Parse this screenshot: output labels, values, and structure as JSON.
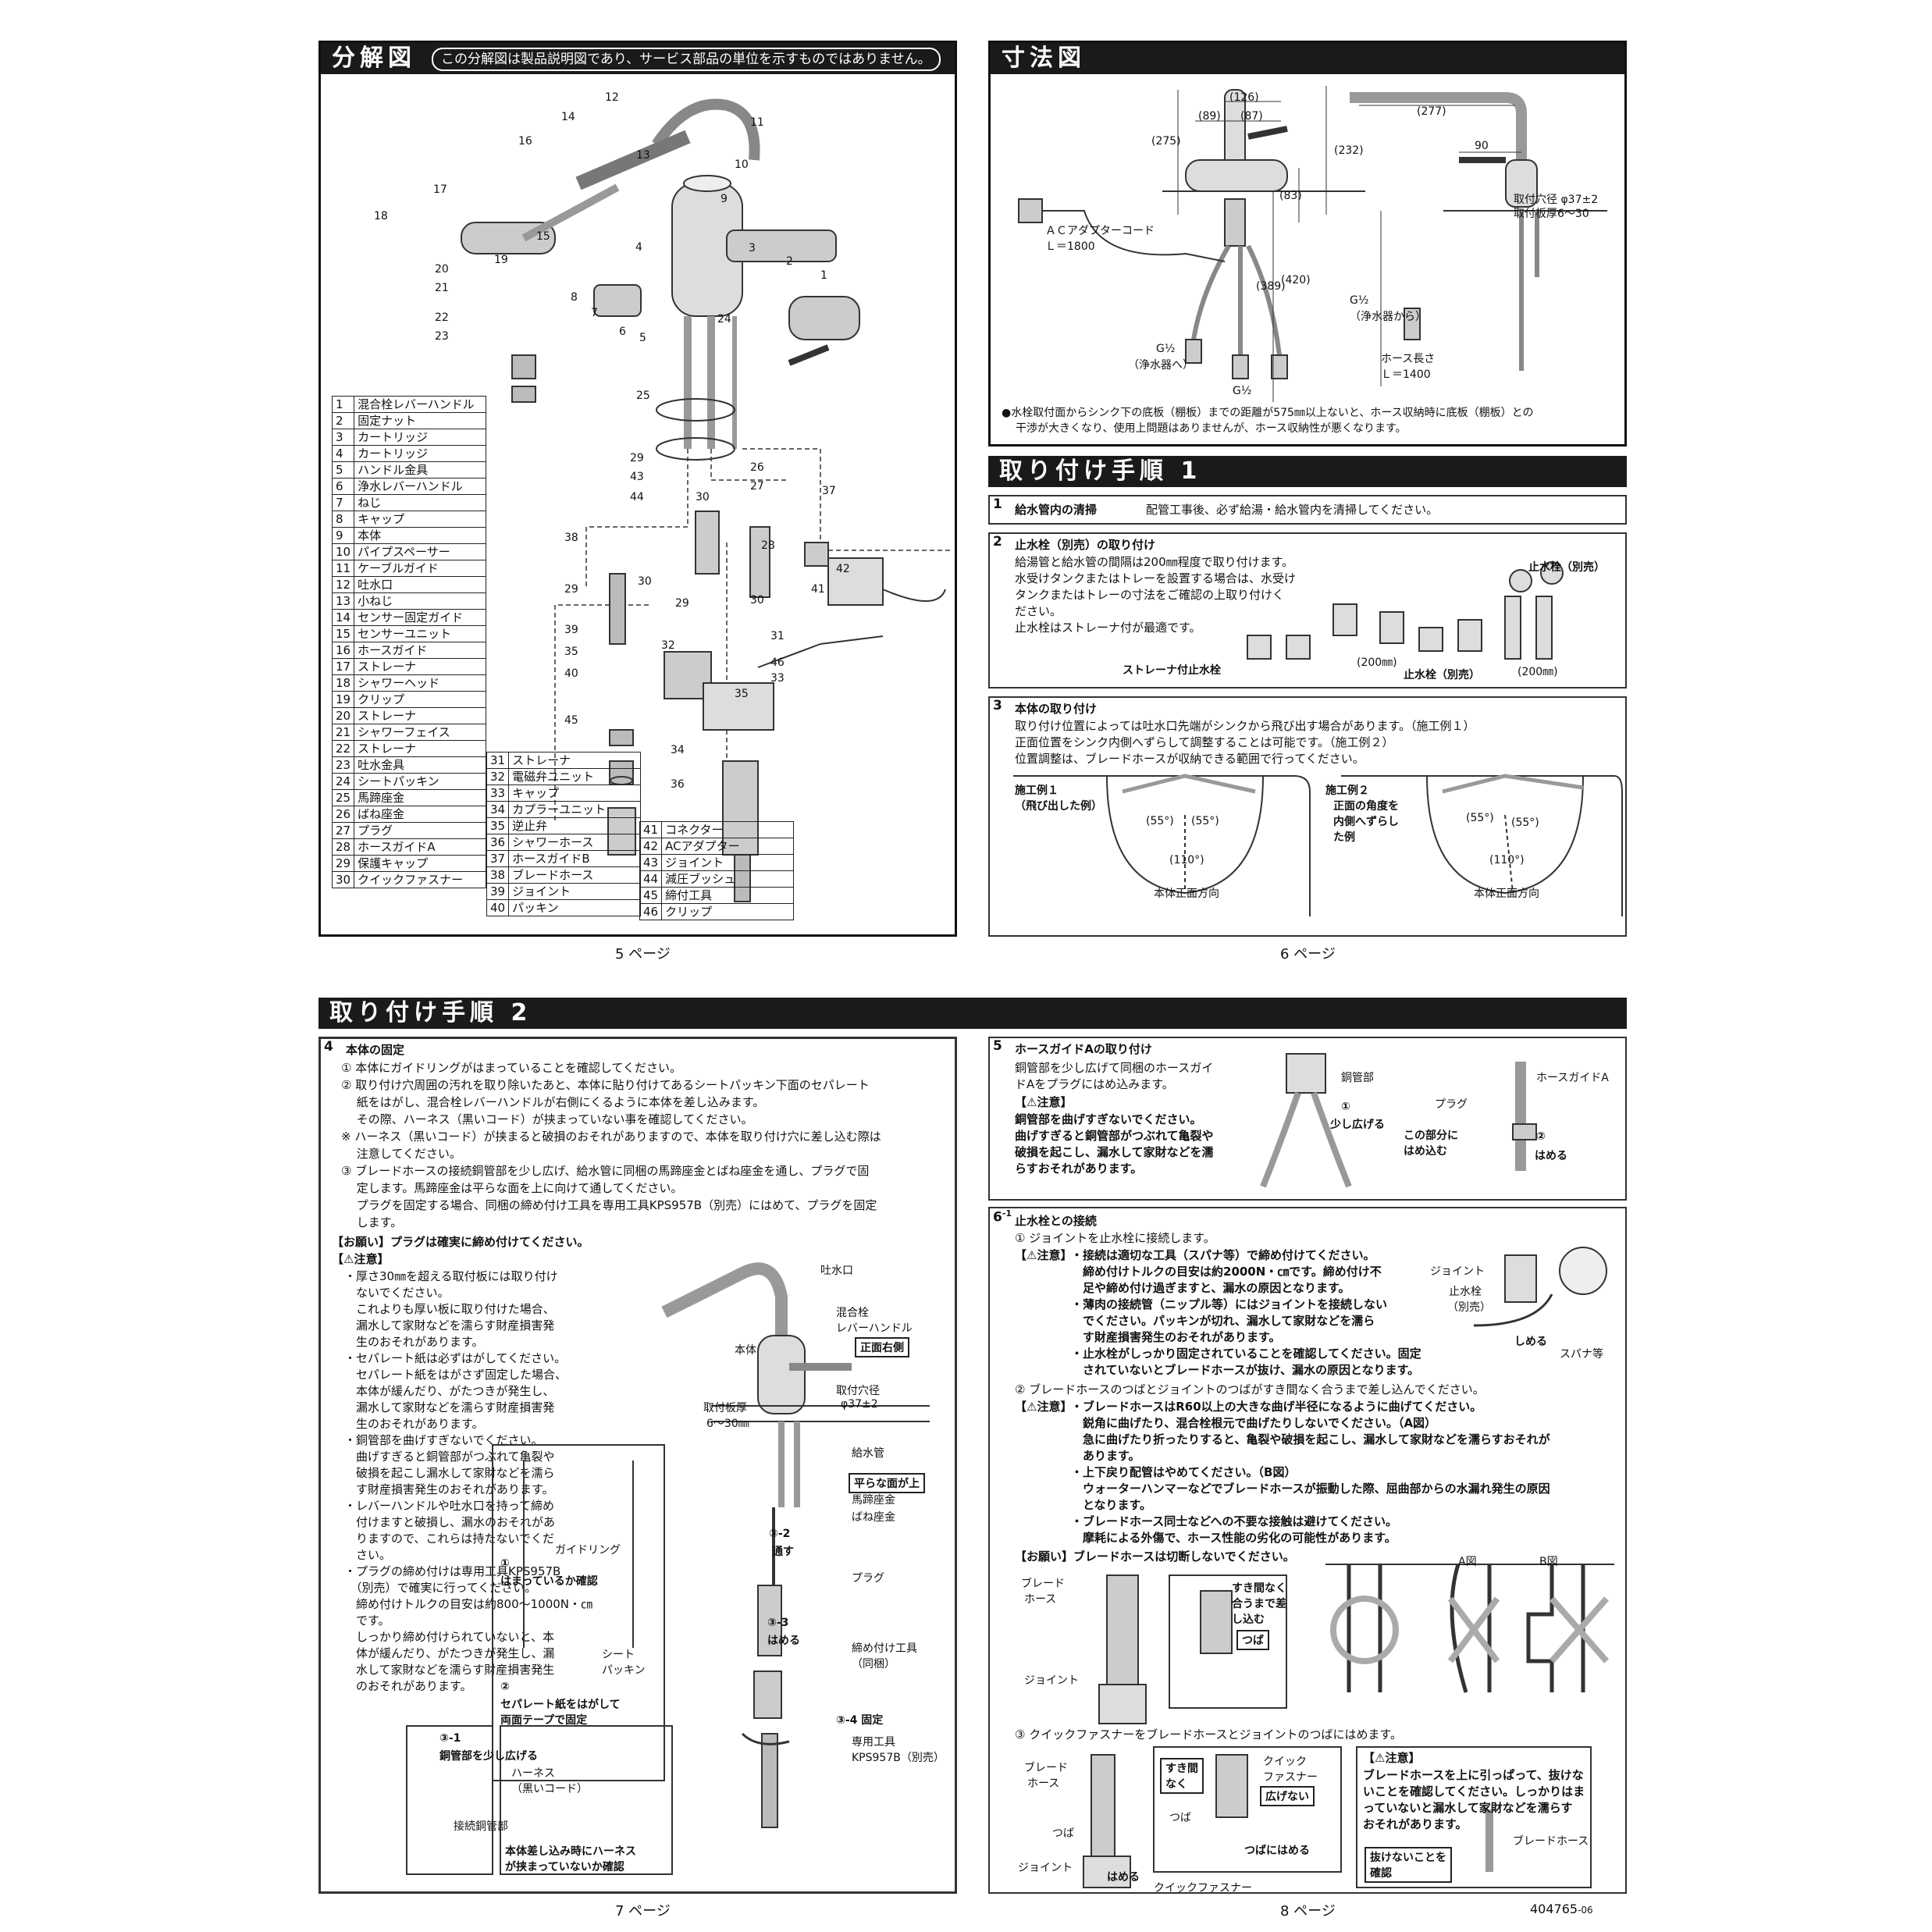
{
  "exploded": {
    "title": "分解図",
    "note": "この分解図は製品説明図であり、サービス部品の単位を示すものではありません。",
    "page": "5 ページ",
    "callouts": [
      "12",
      "14",
      "11",
      "16",
      "13",
      "10",
      "17",
      "9",
      "18",
      "15",
      "4",
      "3",
      "2",
      "1",
      "20",
      "19",
      "21",
      "8",
      "7",
      "6",
      "5",
      "22",
      "23",
      "24",
      "25",
      "29",
      "26",
      "43",
      "30",
      "44",
      "27",
      "37",
      "28",
      "38",
      "42",
      "29",
      "30",
      "41",
      "29",
      "30",
      "39",
      "32",
      "31",
      "35",
      "46",
      "40",
      "33",
      "35",
      "45",
      "34",
      "36"
    ],
    "parts_a": [
      [
        "1",
        "混合栓レバーハンドル"
      ],
      [
        "2",
        "固定ナット"
      ],
      [
        "3",
        "カートリッジ"
      ],
      [
        "4",
        "カートリッジ"
      ],
      [
        "5",
        "ハンドル金具"
      ],
      [
        "6",
        "浄水レバーハンドル"
      ],
      [
        "7",
        "ねじ"
      ],
      [
        "8",
        "キャップ"
      ],
      [
        "9",
        "本体"
      ],
      [
        "10",
        "パイプスペーサー"
      ],
      [
        "11",
        "ケーブルガイド"
      ],
      [
        "12",
        "吐水口"
      ],
      [
        "13",
        "小ねじ"
      ],
      [
        "14",
        "センサー固定ガイド"
      ],
      [
        "15",
        "センサーユニット"
      ],
      [
        "16",
        "ホースガイド"
      ],
      [
        "17",
        "ストレーナ"
      ],
      [
        "18",
        "シャワーヘッド"
      ],
      [
        "19",
        "クリップ"
      ],
      [
        "20",
        "ストレーナ"
      ],
      [
        "21",
        "シャワーフェイス"
      ],
      [
        "22",
        "ストレーナ"
      ],
      [
        "23",
        "吐水金具"
      ],
      [
        "24",
        "シートパッキン"
      ],
      [
        "25",
        "馬蹄座金"
      ],
      [
        "26",
        "ばね座金"
      ],
      [
        "27",
        "プラグ"
      ],
      [
        "28",
        "ホースガイドA"
      ],
      [
        "29",
        "保護キャップ"
      ],
      [
        "30",
        "クイックファスナー"
      ]
    ],
    "parts_b": [
      [
        "31",
        "ストレーナ"
      ],
      [
        "32",
        "電磁弁ユニット"
      ],
      [
        "33",
        "キャップ"
      ],
      [
        "34",
        "カプラーユニット"
      ],
      [
        "35",
        "逆止弁"
      ],
      [
        "36",
        "シャワーホース"
      ],
      [
        "37",
        "ホースガイドB"
      ],
      [
        "38",
        "ブレードホース"
      ],
      [
        "39",
        "ジョイント"
      ],
      [
        "40",
        "パッキン"
      ]
    ],
    "parts_c": [
      [
        "41",
        "コネクター"
      ],
      [
        "42",
        "ACアダプター"
      ],
      [
        "43",
        "ジョイント"
      ],
      [
        "44",
        "減圧ブッシュ"
      ],
      [
        "45",
        "締付工具"
      ],
      [
        "46",
        "クリップ"
      ]
    ]
  },
  "dimensions": {
    "title": "寸法図",
    "page": "6 ページ",
    "labels": {
      "d126": "(126)",
      "d89": "(89)",
      "d87": "(87)",
      "d275": "(275)",
      "d83": "(83)",
      "d232": "(232)",
      "d277": "(277)",
      "d90": "90",
      "d389": "(389)",
      "d420": "(420)",
      "hole": "取付穴径 φ37±2",
      "plate": "取付板厚6～30",
      "ac": "ＡＣアダプターコード",
      "ac_len": "Ｌ＝1800",
      "g_filter_to": "G½",
      "g_filter_to2": "（浄水器へ）",
      "g_half": "G½",
      "g_from": "G½",
      "g_from2": "（浄水器から）",
      "hose": "ホース長さ",
      "hose_len": "Ｌ＝1400"
    },
    "note1": "●水栓取付面からシンク下の底板（棚板）までの距離が575㎜以上ないと、ホース収納時に底板（棚板）との",
    "note2": "干渉が大きくなり、使用上問題はありませんが、ホース収納性が悪くなります。"
  },
  "install1": {
    "title": "取り付け手順 1",
    "s1_no": "1",
    "s1_title": "給水管内の清掃",
    "s1_text": "配管工事後、必ず給湯・給水管内を清掃してください。",
    "s2_no": "2",
    "s2_title": "止水栓（別売）の取り付け",
    "s2_lines": [
      "給湯管と給水管の間隔は200㎜程度で取り付けます。",
      "水受けタンクまたはトレーを設置する場合は、水受け",
      "タンクまたはトレーの寸法をご確認の上取り付けく",
      "ださい。",
      "止水栓はストレーナ付が最適です。"
    ],
    "s2_lbl_strainer": "ストレーナ付止水栓",
    "s2_lbl_200a": "(200㎜)",
    "s2_lbl_valve": "止水栓（別売）",
    "s2_lbl_valve2": "止水栓（別売）",
    "s2_lbl_200b": "(200㎜)",
    "s3_no": "3",
    "s3_title": "本体の取り付け",
    "s3_lines": [
      "取り付け位置によっては吐水口先端がシンクから飛び出す場合があります。（施工例１）",
      "正面位置をシンク内側へずらして調整することは可能です。（施工例２）",
      "位置調整は、ブレードホースが収納できる範囲で行ってください。"
    ],
    "ex1_title": "施工例１",
    "ex1_sub": "（飛び出した例）",
    "ex2_title": "施工例２",
    "ex2_sub1": "正面の角度を",
    "ex2_sub2": "内側へずらし",
    "ex2_sub3": "た例",
    "a55": "(55°)",
    "a110": "(110°)",
    "front": "本体正面方向"
  },
  "install2": {
    "title": "取り付け手順 2",
    "page7": "7 ページ",
    "page8": "8 ページ",
    "doc_id": "404765",
    "doc_rev": "-06",
    "s4_no": "4",
    "s4_title": "本体の固定",
    "s4_lines": [
      "① 本体にガイドリングがはまっていることを確認してください。",
      "② 取り付け穴周囲の汚れを取り除いたあと、本体に貼り付けてあるシートパッキン下面のセパレート",
      "　 紙をはがし、混合栓レバーハンドルが右側にくるように本体を差し込みます。",
      "　 その際、ハーネス（黒いコード）が挟まっていない事を確認してください。",
      "※ ハーネス（黒いコード）が挟まると破損のおそれがありますので、本体を取り付け穴に差し込む際は",
      "　 注意してください。",
      "③ ブレードホースの接続銅管部を少し広げ、給水管に同梱の馬蹄座金とばね座金を通し、プラグで固",
      "　 定します。馬蹄座金は平らな面を上に向けて通してください。",
      "　 プラグを固定する場合、同梱の締め付け工具を専用工具KPS957B（別売）にはめて、プラグを固定",
      "　 します。"
    ],
    "s4_request": "【お願い】プラグは確実に締め付けてください。",
    "s4_caution_title": "【⚠注意】",
    "s4_cautions": [
      "・厚さ30㎜を超える取付板には取り付け",
      "　ないでください。",
      "　これよりも厚い板に取り付けた場合、",
      "　漏水して家財などを濡らす財産損害発",
      "　生のおそれがあります。",
      "・セパレート紙は必ずはがしてください。",
      "　セパレート紙をはがさず固定した場合、",
      "　本体が緩んだり、がたつきが発生し、",
      "　漏水して家財などを濡らす財産損害発",
      "　生のおそれがあります。",
      "・銅管部を曲げすぎないでください。",
      "　曲げすぎると銅管部がつぶれて亀裂や",
      "　破損を起こし漏水して家財などを濡ら",
      "　す財産損害発生のおそれがあります。",
      "・レバーハンドルや吐水口を持って締め",
      "　付けますと破損し、漏水のおそれがあ",
      "　りますので、これらは持たないでくだ",
      "　さい。",
      "・プラグの締め付けは専用工具KPS957B",
      "　（別売）で確実に行ってください。",
      "　締め付けトルクの目安は約800～1000N・㎝",
      "　です。",
      "　しっかり締め付けられていないと、本",
      "　体が緩んだり、がたつきが発生し、漏",
      "　水して家財などを濡らす財産損害発生",
      "　のおそれがあります。"
    ],
    "s4_fig": {
      "spout": "吐水口",
      "lever": "混合栓",
      "lever2": "レバーハンドル",
      "body": "本体",
      "front_right": "正面右側",
      "hole": "取付穴径",
      "hole2": "φ37±2",
      "plate": "取付板厚",
      "plate2": "6～30㎜",
      "supply": "給水管",
      "flat_up": "平らな面が上",
      "horseshoe": "馬蹄座金",
      "spring": "ばね座金",
      "step32": "③-2",
      "step32b": "通す",
      "plug": "プラグ",
      "step33": "③-3",
      "step33b": "はめる",
      "tool": "締め付け工具",
      "tool2": "（同梱）",
      "step34": "③-4 固定",
      "special": "専用工具",
      "special2": "KPS957B（別売）",
      "guide_ring": "ガイドリング",
      "c1": "①",
      "c1b": "はまっているか確認",
      "seat": "シート",
      "seat2": "パッキン",
      "c2": "②",
      "c2b": "セパレート紙をはがして",
      "c2c": "両面テープで固定",
      "step31": "③-1",
      "step31b": "銅管部を少し広げる",
      "copper": "接続銅管部",
      "harness": "ハーネス",
      "harness2": "（黒いコード）",
      "check1": "本体差し込み時にハーネス",
      "check2": "が挟まっていないか確認"
    },
    "s5_no": "5",
    "s5_title": "ホースガイドAの取り付け",
    "s5_lines": [
      "銅管部を少し広げて同梱のホースガイ",
      "ドAをプラグにはめ込みます。"
    ],
    "s5_caution_title": "【⚠注意】",
    "s5_cautions": [
      "銅管部を曲げすぎないでください。",
      "曲げすぎると銅管部がつぶれて亀裂や",
      "破損を起こし、漏水して家財などを濡",
      "らすおそれがあります。"
    ],
    "s5_fig": {
      "copper": "銅管部",
      "c1": "①",
      "c1b": "少し広げる",
      "hoseA": "ホースガイドA",
      "plug": "プラグ",
      "part1": "この部分に",
      "part2": "はめ込む",
      "c2": "②",
      "c2b": "はめる"
    },
    "s6_no": "6",
    "s6_sub": "-1",
    "s6_title": "止水栓との接続",
    "s6_line1": "① ジョイントを止水栓に接続します。",
    "s6_c1_title": "【⚠注意】",
    "s6_c1": [
      "・接続は適切な工具（スパナ等）で締め付けてください。",
      "　締め付けトルクの目安は約2000N・㎝です。締め付け不",
      "　足や締め付け過ぎますと、漏水の原因となります。",
      "・薄肉の接続管（ニップル等）にはジョイントを接続しない",
      "　でください。パッキンが切れ、漏水して家財などを濡ら",
      "　す財産損害発生のおそれがあります。",
      "・止水栓がしっかり固定されていることを確認してください。固定",
      "　されていないとブレードホースが抜け、漏水の原因となります。"
    ],
    "s6_fig1": {
      "joint": "ジョイント",
      "valve": "止水栓",
      "valve2": "（別売）",
      "tighten": "しめる",
      "spanner": "スパナ等"
    },
    "s6_line2": "② ブレードホースのつばとジョイントのつばがすき間なく合うまで差し込んでください。",
    "s6_c2_title": "【⚠注意】",
    "s6_c2": [
      "・ブレードホースはR60以上の大きな曲げ半径になるように曲げてください。",
      "　鋭角に曲げたり、混合栓根元で曲げたりしないでください。（A図）",
      "　急に曲げたり折ったりすると、亀裂や破損を起こし、漏水して家財などを濡らすおそれが",
      "　あります。",
      "・上下戻り配管はやめてください。（B図）",
      "　ウォーターハンマーなどでブレードホースが振動した際、屈曲部からの水漏れ発生の原因",
      "　となります。",
      "・ブレードホース同士などへの不要な接触は避けてください。",
      "　摩耗による外傷で、ホース性能の劣化の可能性があります。"
    ],
    "s6_request": "【お願い】ブレードホースは切断しないでください。",
    "s6_fig2": {
      "braid": "ブレード",
      "braid2": "ホース",
      "joint": "ジョイント",
      "gap1": "すき間なく",
      "gap2": "合うまで差",
      "gap3": "し込む",
      "tsuba": "つば",
      "figA": "A図",
      "figB": "B図"
    },
    "s6_line3": "③ クイックファスナーをブレードホースとジョイントのつばにはめます。",
    "s6_fig3": {
      "braid": "ブレード",
      "braid2": "ホース",
      "nogap1": "すき間",
      "nogap2": "なく",
      "qf1": "クイック",
      "qf2": "ファスナー",
      "spread": "広げない",
      "tsuba": "つば",
      "tsuba2": "つば",
      "joint": "ジョイント",
      "fit": "はめる",
      "fit_tsuba": "つばにはめる",
      "qf": "クイックファスナー"
    },
    "s6_c3_title": "【⚠注意】",
    "s6_c3": [
      "ブレードホースを上に引っぱって、抜けな",
      "いことを確認してください。しっかりはま",
      "っていないと漏水して家財などを濡らす",
      "おそれがあります。"
    ],
    "s6_fig4": {
      "braid": "ブレードホース",
      "check1": "抜けないことを",
      "check2": "確認"
    }
  }
}
